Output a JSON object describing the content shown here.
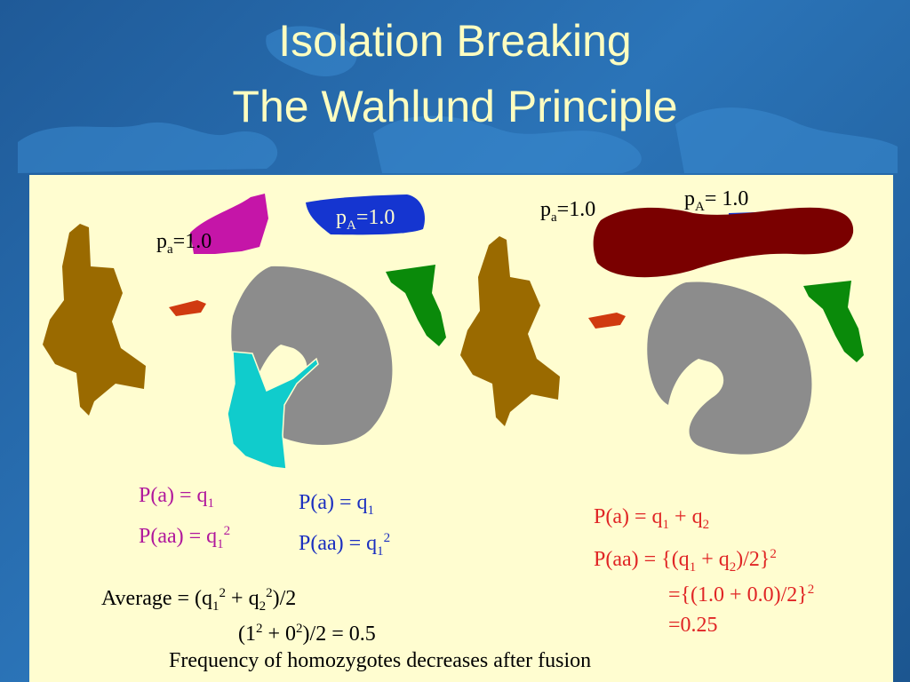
{
  "slide": {
    "title_line1": "Isolation Breaking",
    "title_line2": "The Wahlund Principle"
  },
  "colors": {
    "background": "#2b74b8",
    "title": "#fdfdc0",
    "panel": "#fffdd0",
    "magenta_text": "#b0179c",
    "blue_text": "#1a2ec0",
    "red_text": "#e02525",
    "brown_region": "#9a6a00",
    "magenta_region": "#c515a8",
    "blue_region": "#1535d0",
    "gray_region": "#8c8c8c",
    "cyan_region": "#10cccc",
    "green_region": "#0a8a0a",
    "orange_region": "#d03a10",
    "maroon_region": "#7a0000"
  },
  "labels": {
    "pa_left": {
      "base": "p",
      "sub": "a",
      "rest": "=1.0"
    },
    "pA_left": {
      "base": "p",
      "sub": "A",
      "rest": "=1.0"
    },
    "pa_right": {
      "base": "p",
      "sub": "a",
      "rest": "=1.0"
    },
    "pA_right": {
      "base": "p",
      "sub": "A",
      "rest": "= 1.0"
    }
  },
  "magenta_eq": {
    "line1_pre": "P(a) = q",
    "line1_sub": "1",
    "line2_pre": "P(aa) = q",
    "line2_sub": "1",
    "line2_sup": "2"
  },
  "blue_eq": {
    "line1_pre": "P(a) = q",
    "line1_sub": "1",
    "line2_pre": "P(aa) = q",
    "line2_sub": "1",
    "line2_sup": "2"
  },
  "average": {
    "l1_a": "Average = (q",
    "l1_sub1": "1",
    "l1_sup1": "2",
    "l1_b": " + q",
    "l1_sub2": "2",
    "l1_sup2": "2",
    "l1_c": ")/2",
    "l2_a": "(1",
    "l2_sup1": "2",
    "l2_b": " + 0",
    "l2_sup2": "2",
    "l2_c": ")/2 = 0.5"
  },
  "red_eq": {
    "l1_a": "P(a) = q",
    "l1_sub1": "1",
    "l1_b": " + q",
    "l1_sub2": "2",
    "l2_a": "P(aa) = {(q",
    "l2_sub1": "1",
    "l2_b": " + q",
    "l2_sub2": "2",
    "l2_c": ")/2}",
    "l2_sup": "2",
    "l3_a": "={(1.0 + 0.0)/2}",
    "l3_sup": "2",
    "l4": "=0.25"
  },
  "conclusion": "Frequency of homozygotes decreases after fusion"
}
